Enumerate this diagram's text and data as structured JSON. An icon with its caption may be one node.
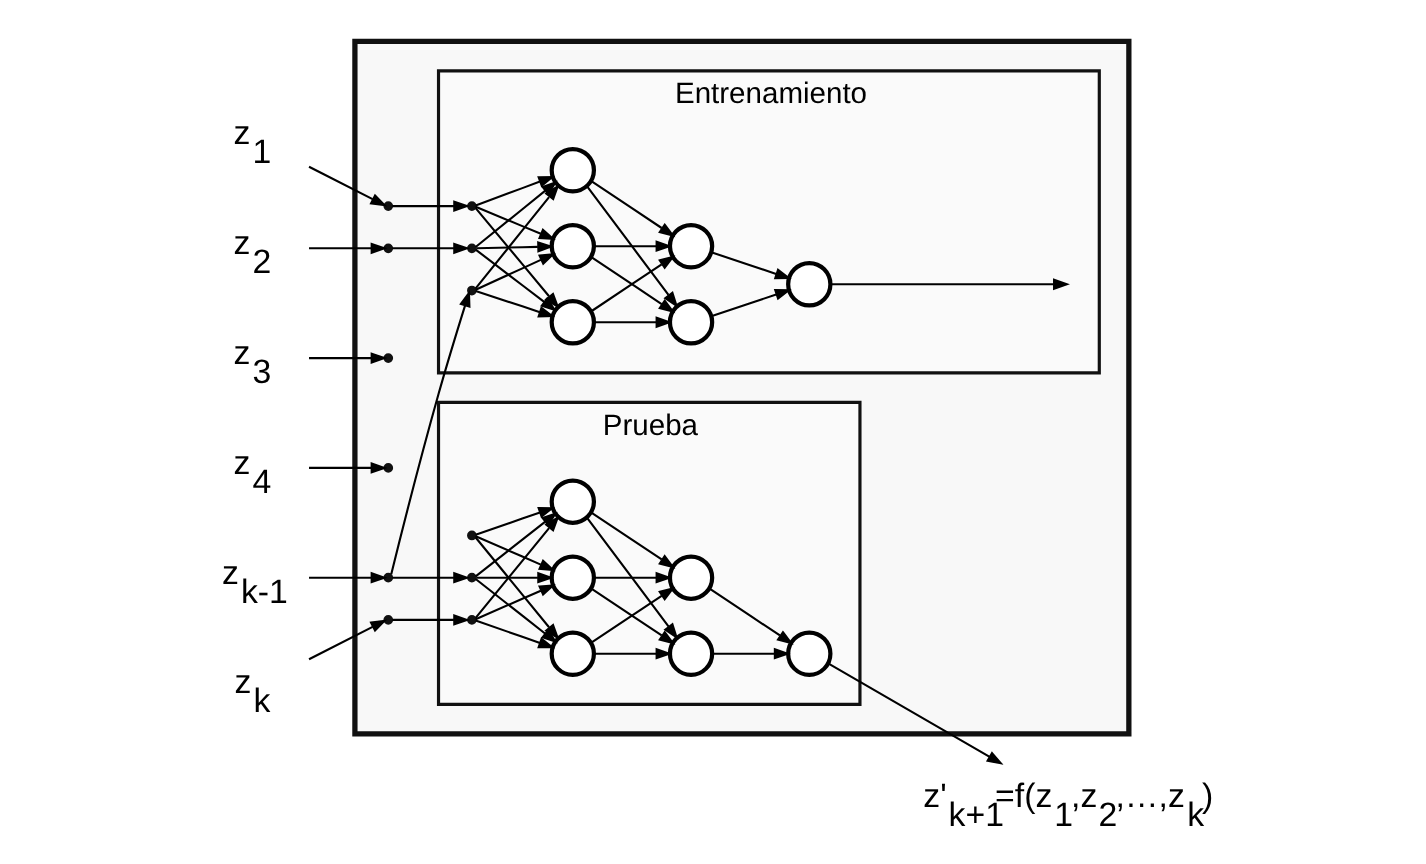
{
  "diagram": {
    "nodes": [
      {
        "text": [],
        "shape": "box"
      },
      {
        "text": [
          "Entrenamiento"
        ],
        "in": 0
      },
      {
        "text": [
          "Prueba"
        ],
        "in": 0
      },
      {
        "text": [],
        "shape": "circle",
        "in": 1
      },
      {
        "text": [],
        "shape": "circle",
        "in": 1
      },
      {
        "text": [],
        "shape": "circle",
        "in": 1
      },
      {
        "text": [],
        "shape": "circle",
        "in": 1
      },
      {
        "text": [],
        "shape": "circle",
        "in": 1
      },
      {
        "text": [],
        "shape": "circle",
        "in": 1
      },
      {
        "text": [],
        "shape": "circle",
        "in": 2
      },
      {
        "text": [],
        "shape": "circle",
        "in": 2
      },
      {
        "text": [],
        "shape": "circle",
        "in": 2
      },
      {
        "text": [],
        "shape": "circle",
        "in": 2
      },
      {
        "text": [],
        "shape": "circle",
        "in": 2
      },
      {
        "text": [],
        "shape": "circle",
        "in": 2
      },
      {
        "text": [
          "z$_{1}$"
        ]
      },
      {
        "text": [
          "z$_{2}$"
        ]
      },
      {
        "text": [
          "z$_{3}$"
        ]
      },
      {
        "text": [
          "z$_{4}$"
        ]
      },
      {
        "text": [
          "z$_{k-1}$"
        ]
      },
      {
        "text": [
          "z$_{k}$"
        ]
      },
      {
        "text": [
          "z'$_{k+1}$=f(z$_{1}$,z$_{2}$,…,z$_{k}$)"
        ]
      },
      {
        "text": [],
        "shape": "point",
        "in": 1
      },
      {
        "text": [],
        "shape": "point",
        "in": 1
      },
      {
        "text": [],
        "shape": "point",
        "in": 1
      },
      {
        "text": [],
        "shape": "point",
        "in": 2
      },
      {
        "text": [],
        "shape": "point",
        "in": 2
      },
      {
        "text": [],
        "shape": "point",
        "in": 2
      },
      {
        "text": [],
        "shape": "point",
        "in": 0
      },
      {
        "text": [],
        "shape": "point",
        "in": 0
      },
      {
        "text": [],
        "shape": "point",
        "in": 0
      },
      {
        "text": [],
        "shape": "point",
        "in": 0
      },
      {
        "text": [],
        "shape": "point",
        "in": 0
      },
      {
        "text": [],
        "shape": "point",
        "in": 0
      }
    ],
    "edges": [
      {
        "from": 15,
        "to": 28,
        "arrow": "to"
      },
      {
        "from": 16,
        "to": 29,
        "arrow": "to"
      },
      {
        "from": 17,
        "to": 30,
        "arrow": "to"
      },
      {
        "from": 18,
        "to": 31,
        "arrow": "to"
      },
      {
        "from": 19,
        "to": 32,
        "arrow": "to"
      },
      {
        "from": 20,
        "to": 33,
        "arrow": "to"
      },
      {
        "from": 28,
        "to": 22,
        "arrow": "to"
      },
      {
        "from": 29,
        "to": 23,
        "arrow": "to"
      },
      {
        "from": 32,
        "to": 24,
        "arrow": "to"
      },
      {
        "from": 32,
        "to": 26,
        "arrow": "to"
      },
      {
        "from": 33,
        "to": 27,
        "arrow": "to"
      },
      {
        "from": 22,
        "to": 3,
        "arrow": "to"
      },
      {
        "from": 22,
        "to": 4,
        "arrow": "to"
      },
      {
        "from": 22,
        "to": 5,
        "arrow": "to"
      },
      {
        "from": 23,
        "to": 3,
        "arrow": "to"
      },
      {
        "from": 23,
        "to": 4,
        "arrow": "to"
      },
      {
        "from": 23,
        "to": 5,
        "arrow": "to"
      },
      {
        "from": 24,
        "to": 3,
        "arrow": "to"
      },
      {
        "from": 24,
        "to": 4,
        "arrow": "to"
      },
      {
        "from": 24,
        "to": 5,
        "arrow": "to"
      },
      {
        "from": 3,
        "to": 6,
        "arrow": "to"
      },
      {
        "from": 3,
        "to": 7,
        "arrow": "to"
      },
      {
        "from": 4,
        "to": 6,
        "arrow": "to"
      },
      {
        "from": 4,
        "to": 7,
        "arrow": "to"
      },
      {
        "from": 5,
        "to": 6,
        "arrow": "to"
      },
      {
        "from": 5,
        "to": 7,
        "arrow": "to"
      },
      {
        "from": 6,
        "to": 8,
        "arrow": "to"
      },
      {
        "from": 7,
        "to": 8,
        "arrow": "to"
      },
      {
        "from": 8,
        "to": null,
        "arrow": "to"
      },
      {
        "from": 25,
        "to": 9,
        "arrow": "to"
      },
      {
        "from": 25,
        "to": 10,
        "arrow": "to"
      },
      {
        "from": 25,
        "to": 11,
        "arrow": "to"
      },
      {
        "from": 26,
        "to": 9,
        "arrow": "to"
      },
      {
        "from": 26,
        "to": 10,
        "arrow": "to"
      },
      {
        "from": 26,
        "to": 11,
        "arrow": "to"
      },
      {
        "from": 27,
        "to": 9,
        "arrow": "to"
      },
      {
        "from": 27,
        "to": 10,
        "arrow": "to"
      },
      {
        "from": 27,
        "to": 11,
        "arrow": "to"
      },
      {
        "from": 9,
        "to": 12,
        "arrow": "to"
      },
      {
        "from": 9,
        "to": 13,
        "arrow": "to"
      },
      {
        "from": 10,
        "to": 12,
        "arrow": "to"
      },
      {
        "from": 10,
        "to": 13,
        "arrow": "to"
      },
      {
        "from": 11,
        "to": 12,
        "arrow": "to"
      },
      {
        "from": 11,
        "to": 13,
        "arrow": "to"
      },
      {
        "from": 12,
        "to": 14,
        "arrow": "to"
      },
      {
        "from": 13,
        "to": 14,
        "arrow": "to"
      },
      {
        "from": 14,
        "to": 21,
        "arrow": "to"
      }
    ]
  }
}
